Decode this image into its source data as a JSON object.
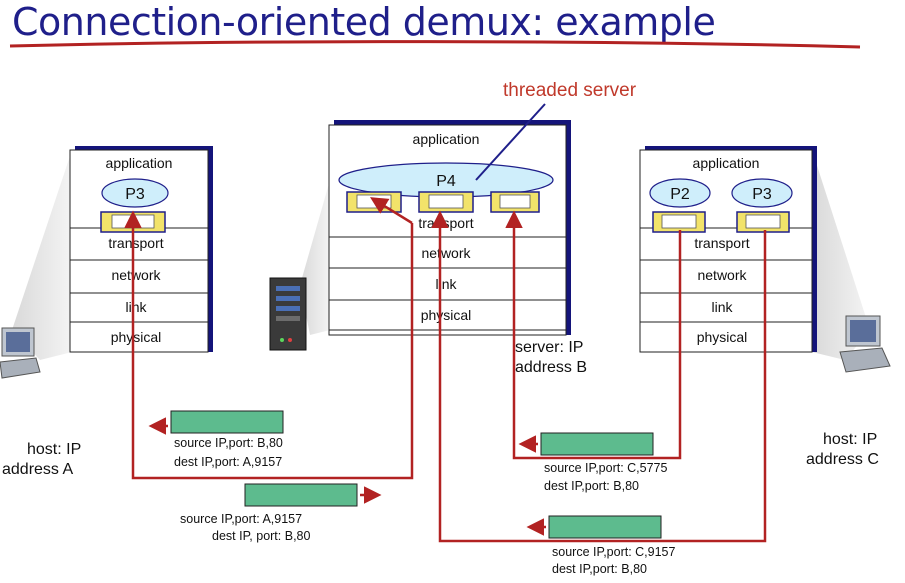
{
  "title": "Connection-oriented demux: example",
  "callout": "threaded server",
  "host_a": {
    "layers": [
      "application",
      "transport",
      "network",
      "link",
      "physical"
    ],
    "process": "P3",
    "caption_line1": "host: IP",
    "caption_line2": "address A"
  },
  "server": {
    "layers": [
      "application",
      "transport",
      "network",
      "link",
      "physical"
    ],
    "process": "P4",
    "caption_line1": "server: IP",
    "caption_line2": "address B"
  },
  "host_c": {
    "layers": [
      "application",
      "transport",
      "network",
      "link",
      "physical"
    ],
    "processes": [
      "P2",
      "P3"
    ],
    "caption_line1": "host: IP",
    "caption_line2": "address C"
  },
  "segments": [
    {
      "line1": "source IP,port: B,80",
      "line2": "dest IP,port: A,9157"
    },
    {
      "line1": "source IP,port: A,9157",
      "line2": "dest IP, port: B,80"
    },
    {
      "line1": "source IP,port: C,5775",
      "line2": "dest IP,port: B,80"
    },
    {
      "line1": "source IP,port: C,9157",
      "line2": "dest IP,port: B,80"
    }
  ],
  "colors": {
    "title": "#1f1f8a",
    "underline": "#b22222",
    "arrow": "#b22222",
    "segment": "#5dbb8e",
    "process": "#cfeefb",
    "socket": "#f2e36a",
    "box_shadow": "#14147a"
  }
}
